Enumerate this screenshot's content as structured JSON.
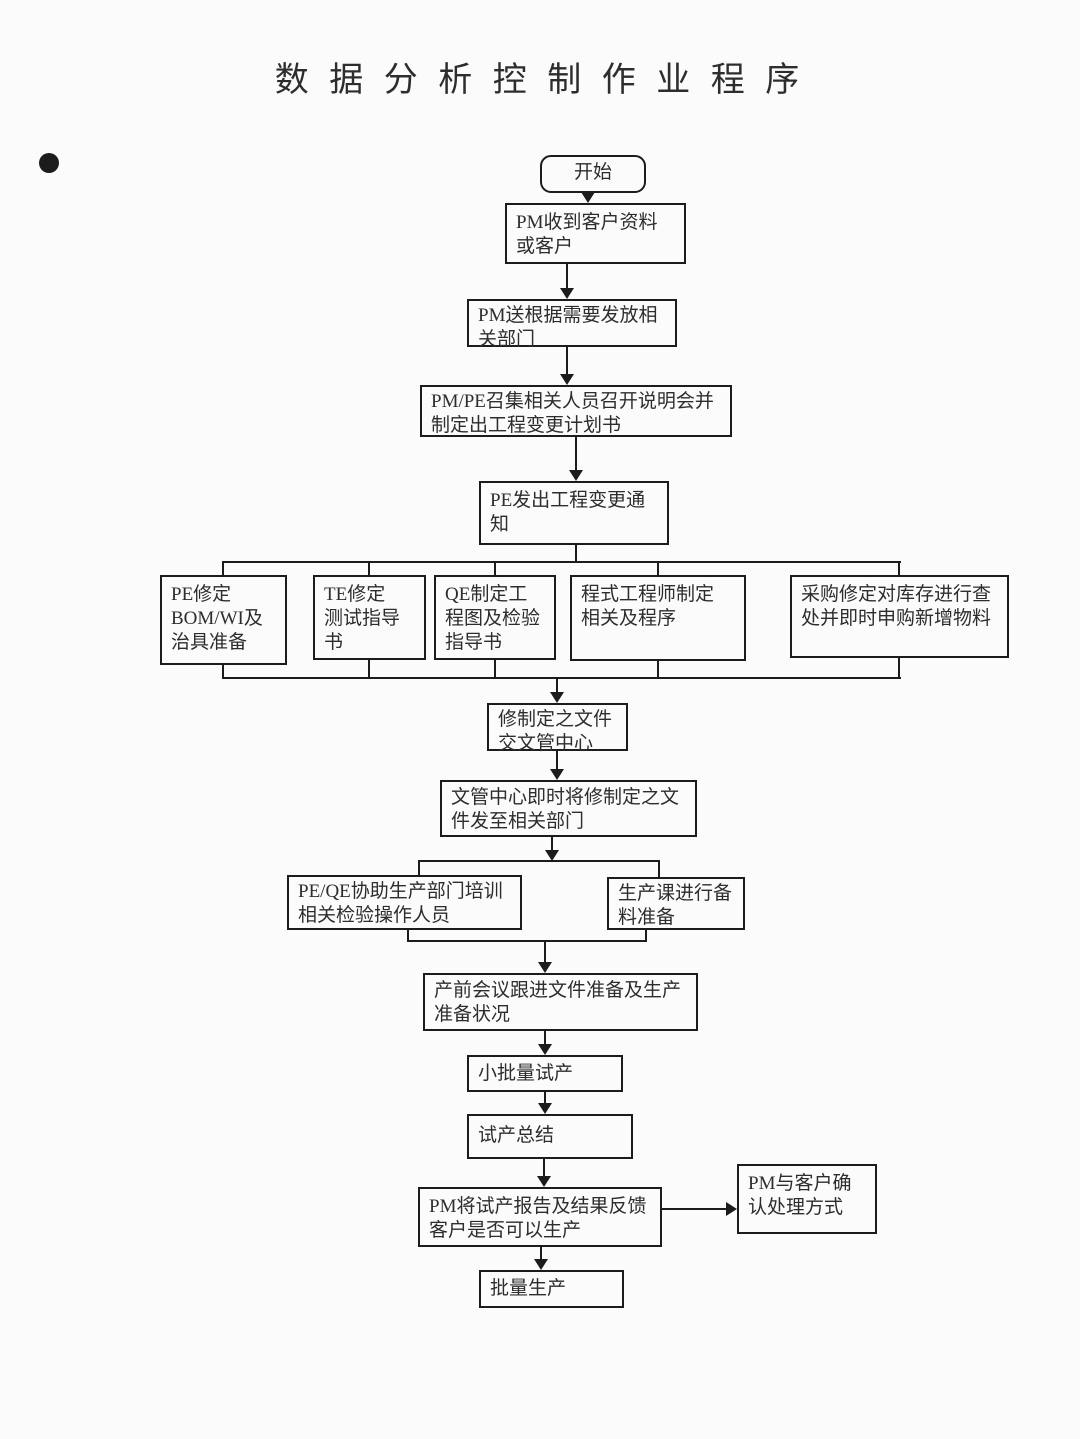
{
  "title": "数 据 分 析 控 制 作 业 程 序",
  "flowchart": {
    "start": "开始",
    "pm_receive": "PM收到客户资料\n或客户",
    "pm_distribute": "PM送根据需要发放相\n关部门",
    "pm_pe_meeting": "PM/PE召集相关人员召开说明会并\n制定出工程变更计划书",
    "pe_notice": "PE发出工程变更通\n知",
    "pe_bom": "PE修定\nBOM/WI及\n治具准备",
    "te_test": "TE修定\n测试指导\n书",
    "qe_drawing": "QE制定工\n程图及检验\n指导书",
    "programmer": "程式工程师制定\n相关及程序",
    "purchasing": "采购修定对库存进行查\n处并即时申购新增物料",
    "submit_docs": "修制定之文件\n交文管中心",
    "doc_center": "文管中心即时将修制定之文\n件发至相关部门",
    "training": "PE/QE协助生产部门培训\n相关检验操作人员",
    "materials": "生产课进行备\n料准备",
    "pre_meeting": "产前会议跟进文件准备及生产\n准备状况",
    "pilot_run": "小批量试产",
    "pilot_summary": "试产总结",
    "feedback": "PM将试产报告及结果反馈\n客户是否可以生产",
    "confirm": "PM与客户确\n认处理方式",
    "mass_production": "批量生产"
  },
  "colors": {
    "line": "#1c1c1c",
    "text": "#2d2d2d",
    "background": "#fbfbfb"
  }
}
